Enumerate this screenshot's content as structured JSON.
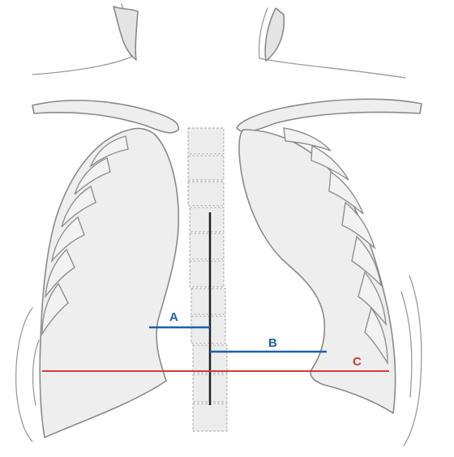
{
  "labels": {
    "a": "A",
    "b": "B",
    "c": "C"
  },
  "colors": {
    "a_line": "#1f5fa8",
    "b_line": "#1f5fa8",
    "c_line": "#d23a32",
    "midline": "#222222",
    "sketch": "#8a8a8a"
  }
}
